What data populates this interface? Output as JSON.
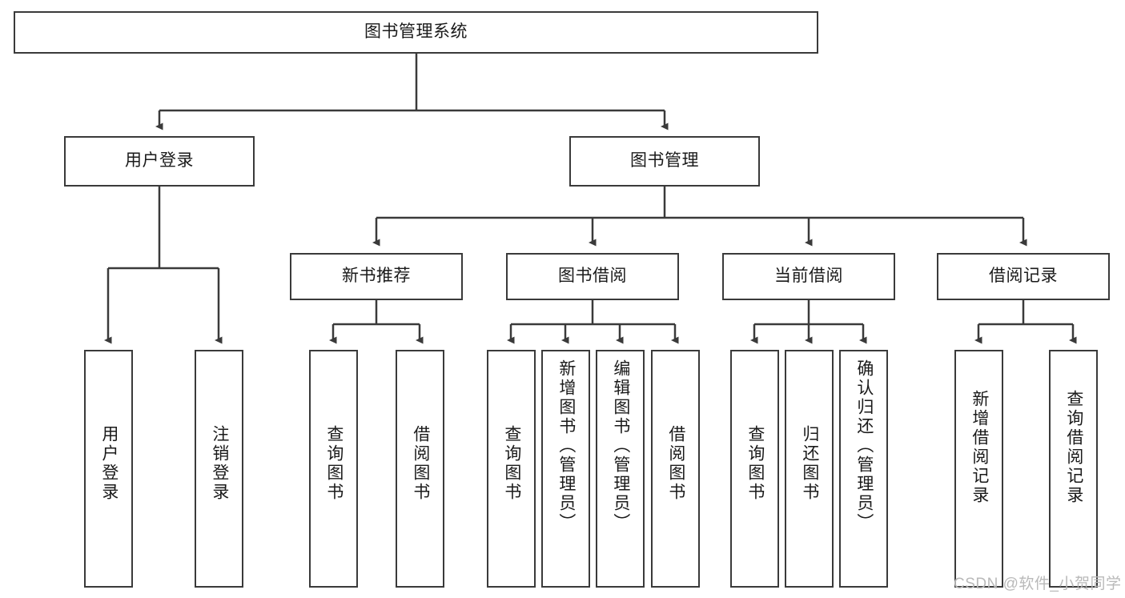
{
  "diagram": {
    "type": "tree",
    "title": "图书管理系统",
    "root": {
      "label": "图书管理系统"
    },
    "level2": [
      {
        "label": "用户登录"
      },
      {
        "label": "图书管理"
      }
    ],
    "level3": [
      {
        "label": "新书推荐"
      },
      {
        "label": "图书借阅"
      },
      {
        "label": "当前借阅"
      },
      {
        "label": "借阅记录"
      }
    ],
    "leaves": {
      "user_login": [
        {
          "label": "用户登录"
        },
        {
          "label": "注销登录"
        }
      ],
      "new_book_recommend": [
        {
          "label": "查询图书"
        },
        {
          "label": "借阅图书"
        }
      ],
      "book_borrow": [
        {
          "label": "查询图书"
        },
        {
          "label": "新增图书（管理员）"
        },
        {
          "label": "编辑图书（管理员）"
        },
        {
          "label": "借阅图书"
        }
      ],
      "current_borrow": [
        {
          "label": "查询图书"
        },
        {
          "label": "归还图书"
        },
        {
          "label": "确认归还（管理员）"
        }
      ],
      "borrow_record": [
        {
          "label": "新增借阅记录"
        },
        {
          "label": "查询借阅记录"
        }
      ]
    }
  },
  "watermark": {
    "text": "CSDN @软件_小贺同学"
  },
  "colors": {
    "border": "#3a3a3a",
    "text": "#1a1a1a",
    "background": "#ffffff",
    "watermark": "#b9b9b9"
  }
}
